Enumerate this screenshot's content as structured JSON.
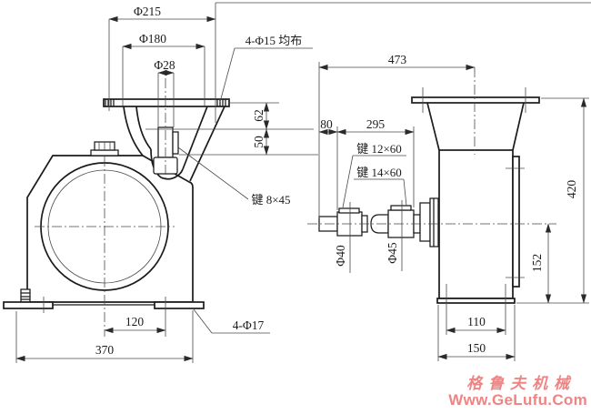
{
  "front_view": {
    "phi215": "Φ215",
    "phi180": "Φ180",
    "phi28": "Φ28",
    "flange_holes_callout": "4-Φ15 均布",
    "dim_62": "62",
    "dim_50": "50",
    "key_callout": "键 8×45",
    "dim_120": "120",
    "dim_370": "370",
    "foot_holes_callout": "4-Φ17"
  },
  "side_view": {
    "dim_473": "473",
    "dim_80": "80",
    "dim_295": "295",
    "key12_callout": "键 12×60",
    "key14_callout": "键 14×60",
    "phi40": "Φ40",
    "phi45": "Φ45",
    "dim_420": "420",
    "dim_152": "152",
    "dim_110": "110",
    "dim_150": "150"
  },
  "watermark": {
    "brand": "格鲁夫机械",
    "url": "Www.GeLufu.Com",
    "color": "#ee8484"
  },
  "line_colors": {
    "outline": "#1b1b1b",
    "dimension": "#4a4a4a"
  }
}
